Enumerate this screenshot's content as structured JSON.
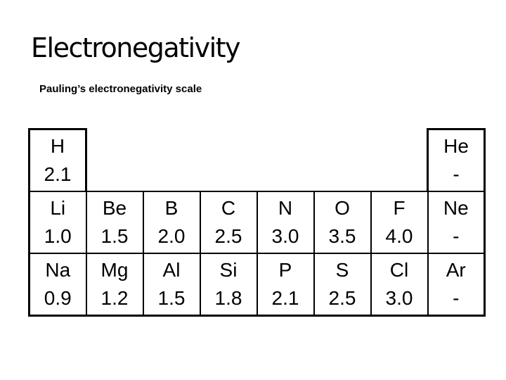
{
  "slide": {
    "title": "Electronegativity",
    "subtitle": "Pauling’s electronegativity scale"
  },
  "table": {
    "row1": {
      "h": {
        "symbol": "H",
        "value": "2.1"
      },
      "he": {
        "symbol": "He",
        "value": "-"
      }
    },
    "row2": [
      {
        "symbol": "Li",
        "value": "1.0"
      },
      {
        "symbol": "Be",
        "value": "1.5"
      },
      {
        "symbol": "B",
        "value": "2.0"
      },
      {
        "symbol": "C",
        "value": "2.5"
      },
      {
        "symbol": "N",
        "value": "3.0"
      },
      {
        "symbol": "O",
        "value": "3.5"
      },
      {
        "symbol": "F",
        "value": "4.0"
      },
      {
        "symbol": "Ne",
        "value": "-"
      }
    ],
    "row3": [
      {
        "symbol": "Na",
        "value": "0.9"
      },
      {
        "symbol": "Mg",
        "value": "1.2"
      },
      {
        "symbol": "Al",
        "value": "1.5"
      },
      {
        "symbol": "Si",
        "value": "1.8"
      },
      {
        "symbol": "P",
        "value": "2.1"
      },
      {
        "symbol": "S",
        "value": "2.5"
      },
      {
        "symbol": "Cl",
        "value": "3.0"
      },
      {
        "symbol": "Ar",
        "value": "-"
      }
    ]
  },
  "colors": {
    "background": "#ffffff",
    "text": "#000000",
    "border": "#000000"
  }
}
